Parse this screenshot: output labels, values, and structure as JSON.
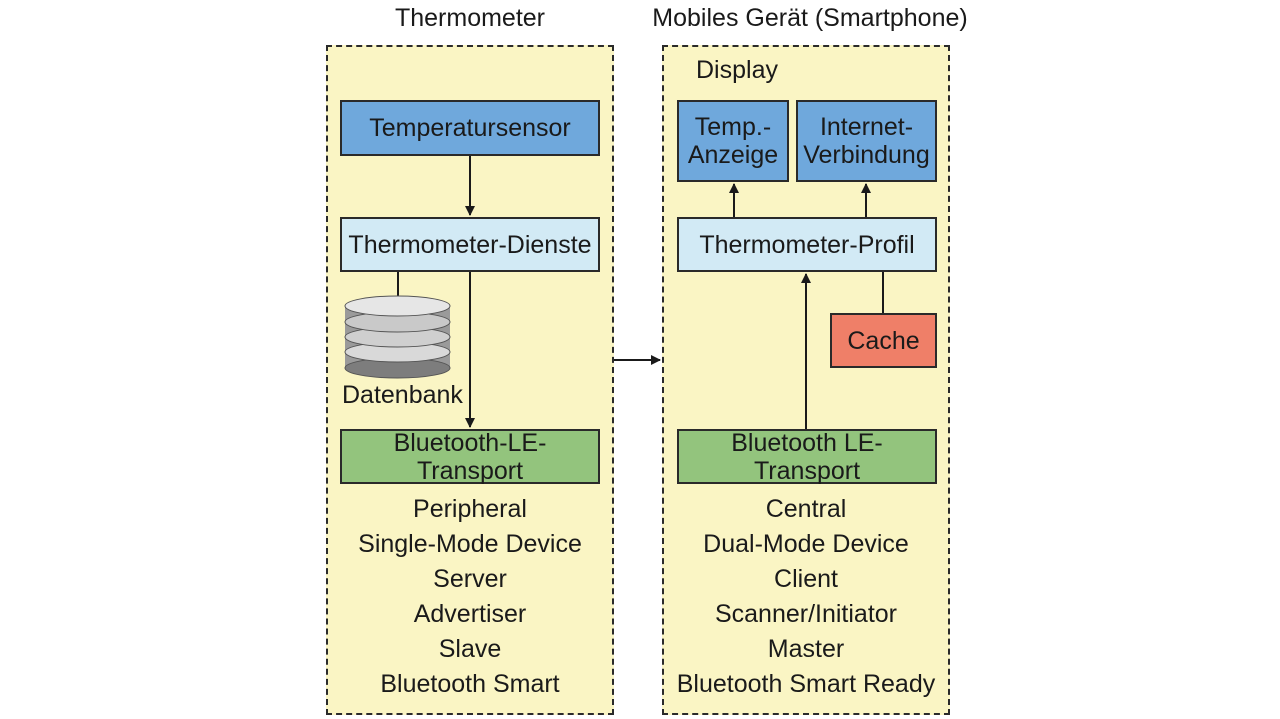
{
  "thermometer": {
    "title": "Thermometer",
    "sensor": "Temperatursensor",
    "services": "Thermometer-Dienste",
    "database": "Datenbank",
    "transport": "Bluetooth-LE-Transport",
    "roles": [
      "Peripheral",
      "Single-Mode Device",
      "Server",
      "Advertiser",
      "Slave",
      "Bluetooth Smart"
    ]
  },
  "mobile": {
    "title": "Mobiles Gerät (Smartphone)",
    "display_label": "Display",
    "temp_display": [
      "Temp.-",
      "Anzeige"
    ],
    "internet": [
      "Internet-",
      "Verbindung"
    ],
    "profile": "Thermometer-Profil",
    "cache": "Cache",
    "transport": "Bluetooth LE-Transport",
    "roles": [
      "Central",
      "Dual-Mode Device",
      "Client",
      "Scanner/Initiator",
      "Master",
      "Bluetooth Smart Ready"
    ]
  },
  "colors": {
    "panel_fill": "#faf5c4",
    "sensor_fill": "#6fa8dc",
    "service_fill": "#d2eaf5",
    "transport_fill": "#93c47d",
    "cache_fill": "#ef7f68"
  }
}
